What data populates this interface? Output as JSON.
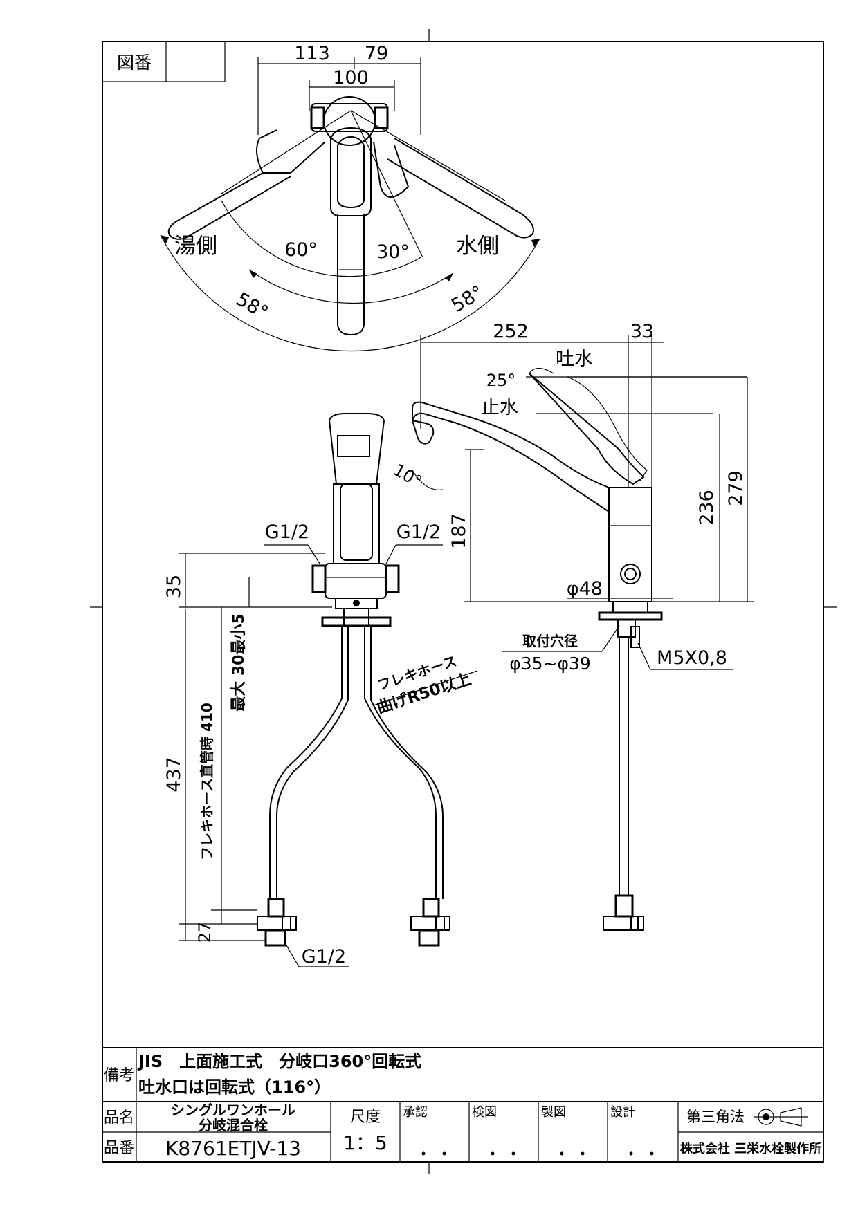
{
  "frame": {
    "drawing_number_label": "図番",
    "drawing_number_value": ""
  },
  "top_view": {
    "dim_left": "113",
    "dim_right": "79",
    "dim_center": "100",
    "hot_side": "湯側",
    "cold_side": "水側",
    "angle_hot": "60°",
    "angle_cold": "30°",
    "arc_left": "58°",
    "arc_right": "58°"
  },
  "side_view": {
    "dim_spout": "252",
    "dim_offset": "33",
    "water_on": "吐水",
    "water_off": "止水",
    "lever_angle": "25°",
    "spout_angle": "10°",
    "h_187": "187",
    "h_236": "236",
    "h_279": "279",
    "dia_48": "φ48",
    "mount_hole_label": "取付穴径",
    "mount_hole_range": "φ35~φ39",
    "screw": "M5X0,8"
  },
  "front_view": {
    "conn_left": "G1/2",
    "conn_right": "G1/2",
    "conn_bottom": "G1/2",
    "dim_35": "35",
    "dim_437": "437",
    "dim_27": "27",
    "dim_410_note": "フレキホース直管時 410",
    "dim_range_note": "最大 30最小5",
    "hose_note_1": "フレキホース",
    "hose_note_2": "曲げR50以上"
  },
  "title_block": {
    "remarks_label": "備考",
    "remarks_line1": "JIS　上面施工式　分岐口360°回転式",
    "remarks_line2": "吐水口は回転式（116°）",
    "name_label": "品名",
    "name_line1": "シングルワンホール",
    "name_line2": "分岐混合栓",
    "number_label": "品番",
    "number_value": "K8761ETJV-13",
    "scale_label": "尺度",
    "scale_value": "1：5",
    "approve_label": "承認",
    "check_label": "検図",
    "draw_label": "製図",
    "design_label": "設計",
    "projection": "第三角法",
    "company": "株式会社 三栄水栓製作所"
  }
}
